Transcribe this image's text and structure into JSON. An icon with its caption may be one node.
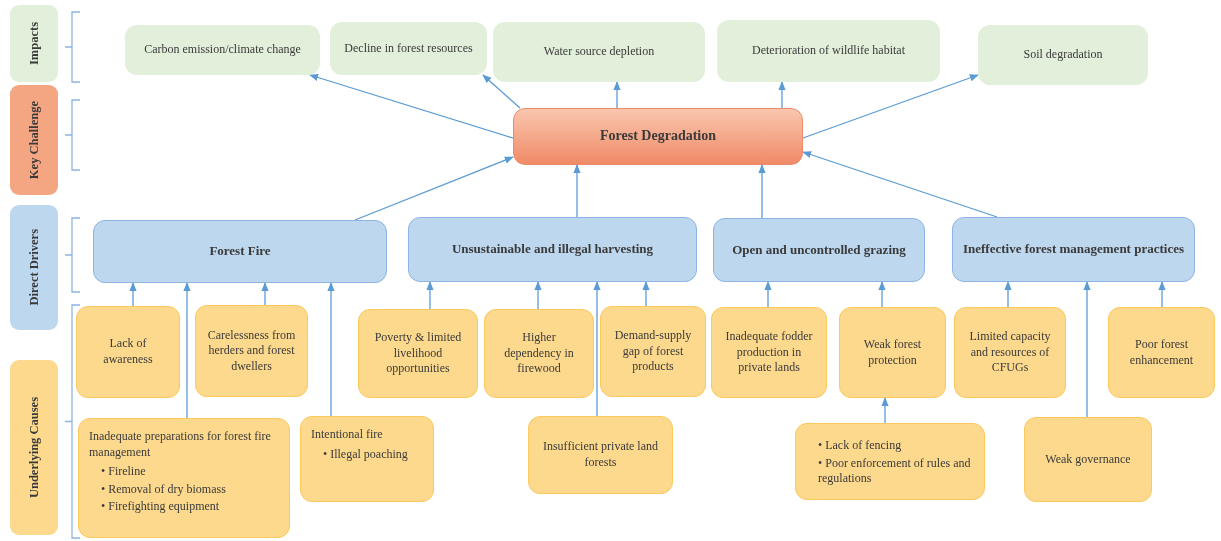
{
  "diagram": {
    "nodes": [
      {
        "text": [
          "Impacts"
        ]
      },
      {
        "text": [
          "Carbon emission/climate change"
        ]
      },
      {
        "text": [
          "Decline in forest resources"
        ]
      },
      {
        "text": [
          "Water source depletion"
        ]
      },
      {
        "text": [
          "Deterioration of wildlife habitat"
        ]
      },
      {
        "text": [
          "Soil degradation"
        ]
      },
      {
        "text": [
          "Key Challenge"
        ]
      },
      {
        "text": [
          "Forest Degradation"
        ]
      },
      {
        "text": [
          "Direct Drivers"
        ]
      },
      {
        "text": [
          "Forest Fire"
        ]
      },
      {
        "text": [
          "Unsustainable and illegal harvesting"
        ]
      },
      {
        "text": [
          "Open and uncontrolled grazing"
        ]
      },
      {
        "text": [
          "Ineffective forest management practices"
        ]
      },
      {
        "text": [
          "Underlying Causes"
        ]
      },
      {
        "text": [
          "Lack of awareness"
        ]
      },
      {
        "text": [
          "Carelessness from herders and forest dwellers"
        ]
      },
      {
        "text": [
          "Poverty & limited livelihood opportunities"
        ]
      },
      {
        "text": [
          "Higher dependency in firewood"
        ]
      },
      {
        "text": [
          "Demand-supply gap of forest products"
        ]
      },
      {
        "text": [
          "Inadequate fodder production in private lands"
        ]
      },
      {
        "text": [
          "Weak forest protection"
        ]
      },
      {
        "text": [
          "Limited capacity and resources of CFUGs"
        ]
      },
      {
        "text": [
          "Poor forest enhancement"
        ]
      },
      {
        "text": [
          "Inadequate preparations for forest fire management",
          "• Fireline",
          "• Removal of dry biomass",
          "• Firefighting equipment"
        ]
      },
      {
        "text": [
          "Intentional fire",
          "• Illegal poaching"
        ]
      },
      {
        "text": [
          "Insufficient private land forests"
        ]
      },
      {
        "text": [
          "• Lack of fencing",
          "• Poor enforcement of rules and regulations"
        ]
      },
      {
        "text": [
          "Weak governance"
        ]
      }
    ],
    "edges": [
      {
        "from": 7,
        "to": 1,
        "arrow": "to"
      },
      {
        "from": 7,
        "to": 2,
        "arrow": "to"
      },
      {
        "from": 7,
        "to": 3,
        "arrow": "to"
      },
      {
        "from": 7,
        "to": 4,
        "arrow": "to"
      },
      {
        "from": 7,
        "to": 5,
        "arrow": "to"
      },
      {
        "from": 9,
        "to": 7,
        "arrow": "to"
      },
      {
        "from": 10,
        "to": 7,
        "arrow": "to"
      },
      {
        "from": 11,
        "to": 7,
        "arrow": "to"
      },
      {
        "from": 12,
        "to": 7,
        "arrow": "to"
      },
      {
        "from": 14,
        "to": 9,
        "arrow": "to"
      },
      {
        "from": 15,
        "to": 9,
        "arrow": "to"
      },
      {
        "from": 23,
        "to": 9,
        "arrow": "to"
      },
      {
        "from": 24,
        "to": 9,
        "arrow": "to"
      },
      {
        "from": 16,
        "to": 10,
        "arrow": "to"
      },
      {
        "from": 17,
        "to": 10,
        "arrow": "to"
      },
      {
        "from": 25,
        "to": 10,
        "arrow": "to"
      },
      {
        "from": 18,
        "to": 10,
        "arrow": "to"
      },
      {
        "from": 19,
        "to": 11,
        "arrow": "to"
      },
      {
        "from": 20,
        "to": 11,
        "arrow": "to"
      },
      {
        "from": 21,
        "to": 12,
        "arrow": "to"
      },
      {
        "from": 27,
        "to": 12,
        "arrow": "to"
      },
      {
        "from": 22,
        "to": 12,
        "arrow": "to"
      },
      {
        "from": 26,
        "to": 20,
        "arrow": "to"
      }
    ]
  }
}
